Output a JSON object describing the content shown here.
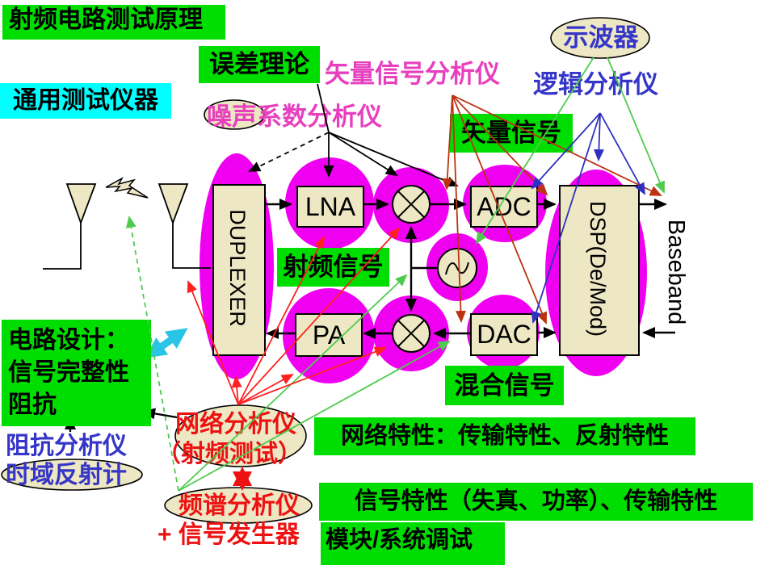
{
  "slide_title": "射频电路测试原理",
  "labels": {
    "title": "射频电路测试原理",
    "error_theory": "误差理论",
    "general_instruments": "通用测试仪器",
    "vector_signal_analyzer": "矢量信号分析仪",
    "noise_figure_analyzer": "噪声系数分析仪",
    "oscilloscope": "示波器",
    "logic_analyzer": "逻辑分析仪",
    "vector_signal": "矢量信号",
    "rf_signal": "射频信号",
    "mixed_signal": "混合信号",
    "network_characteristics": "网络特性：传输特性、反射特性",
    "signal_characteristics": "信号特性（失真、功率）、传输特性",
    "module_debug": "模块/系统调试",
    "circuit_design_line1": "电路设计：",
    "circuit_design_line2": "信号完整性",
    "circuit_design_line3": "阻抗",
    "impedance_analyzer": "阻抗分析仪",
    "tdr": "时域反射计",
    "network_analyzer": "网络分析仪",
    "network_analyzer_sub": "（射频测试）",
    "spectrum_analyzer": "频谱分析仪",
    "signal_generator": "+ 信号发生器"
  },
  "blocks": {
    "duplexer": "DUPLEXER",
    "lna": "LNA",
    "pa": "PA",
    "adc": "ADC",
    "dac": "DAC",
    "dsp": "DSP(De/Mod)",
    "baseband": "Baseband"
  },
  "colors": {
    "label_green": "#00dd00",
    "label_cyan": "#00ffff",
    "block_magenta": "#f000f0",
    "block_beige": "#ede7c3",
    "pink_text": "#e83fbe",
    "blue_text": "#3535c8",
    "red_text": "#ee1111",
    "fan_black": "#000000",
    "fan_dark_red": "#bb3311",
    "fan_blue": "#3030c0",
    "fan_green": "#4ecb4e",
    "fan_red": "#ff2020",
    "cyan_arrow": "#29c5e6",
    "red_block_arrow": "#ee1111"
  }
}
